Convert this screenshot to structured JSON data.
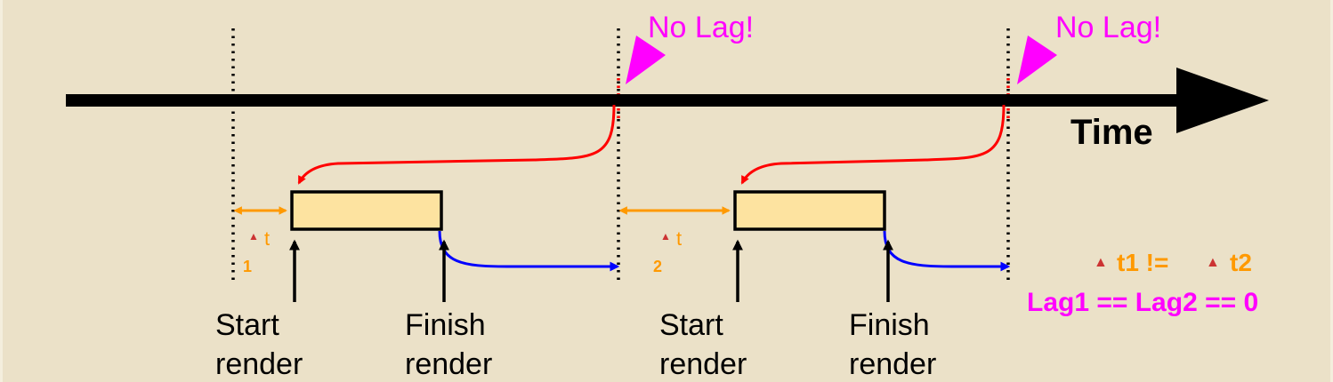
{
  "axis": {
    "label": "Time"
  },
  "annotations": {
    "no_lag": "No Lag!",
    "delta_symbol": "▲",
    "delta_var": "t",
    "gap1_index": "1",
    "gap2_index": "2",
    "inequality_left": "t1 !=",
    "inequality_right": "t2",
    "lag_equation": "Lag1 == Lag2 == 0"
  },
  "labels": {
    "start_line1": "Start",
    "start_line2": "render",
    "finish_line1": "Finish",
    "finish_line2": "render"
  },
  "colors": {
    "background": "#ebe1c8",
    "render_box": "#fde3a0",
    "timeline": "#000000",
    "request_arrow": "#ff0000",
    "present_arrow": "#0000ff",
    "gap_arrow": "#ff9900",
    "no_lag": "#ff00ff",
    "delta_orange": "#ff9900",
    "delta_red": "#cc3333",
    "lag_text": "#ff00ff"
  }
}
